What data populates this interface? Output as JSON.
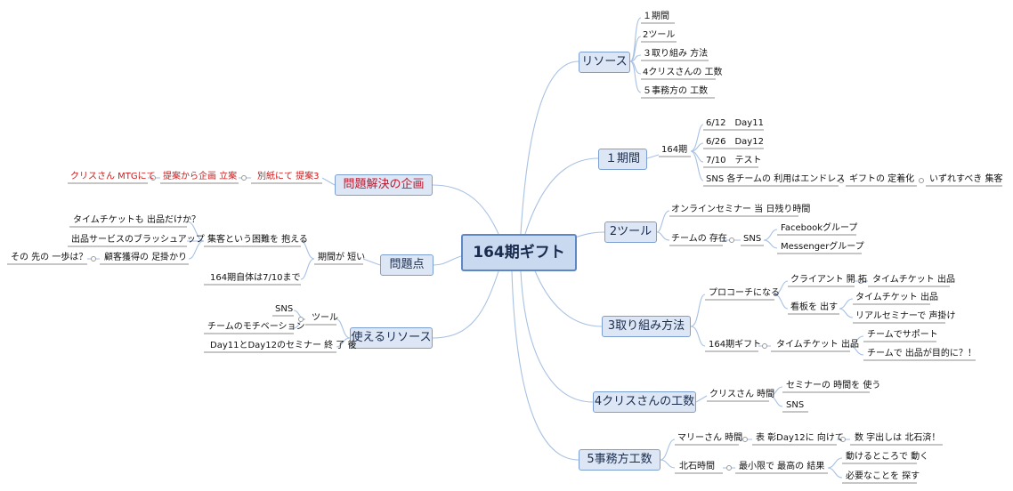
{
  "central": "164期ギフト",
  "nodes": {
    "resources": "リソース",
    "r1": "１期間",
    "r2": "2ツール",
    "r3": "３取り組み 方法",
    "r4": "4クリスさんの 工数",
    "r5": "５事務方の 工数",
    "period": "１期間",
    "p164": "164期",
    "p_d1": "6/12　Day11",
    "p_d2": "6/26　Day12",
    "p_d3": "7/10　テスト",
    "p_sns": "SNS 各チームの 利用はエンドレス",
    "p_gift": "ギフトの 定着化",
    "p_must": "いずれすべき 集客",
    "tool": "2ツール",
    "t_online": "オンラインセミナー 当 日残り時間",
    "t_team": "チームの 存在",
    "t_sns": "SNS",
    "t_fb": "Facebookグループ",
    "t_msg": "Messengerグループ",
    "approach": "3取り組み方法",
    "a_pro": "プロコーチになる",
    "a_client": "クライアント 開 拓",
    "a_ticket1": "タイムチケット 出品",
    "a_sign": "看板を 出す",
    "a_ticket2": "タイムチケット 出品",
    "a_real": "リアルセミナーで 声掛け",
    "a_164": "164期ギフト",
    "a_ticket3": "タイムチケット 出品",
    "a_support": "チームでサポート",
    "a_purpose": "チームで 出品が目的に？！",
    "chris": "4クリスさんの工数",
    "c_time": "クリスさん 時間",
    "c_seminar": "セミナーの 時間を 使う",
    "c_sns": "SNS",
    "office": "5事務方工数",
    "o_mary": "マリーさん 時間",
    "o_day12": "表 彰Day12に 向けて",
    "o_number": "数 字出しは 北石済！",
    "o_kita": "北石時間",
    "o_min": "最小限で 最高の 結果",
    "o_move": "動けるところで 動く",
    "o_find": "必要なことを 探す",
    "plan": "問題解決の企画",
    "pl_mtg": "クリスさん MTGにて",
    "pl_prop": "提案から企画 立案",
    "pl_sheet": "別紙にて 提案3",
    "problem": "問題点",
    "pr_short": "期間が 短い",
    "pr_collect": "集客という困難を 抱える",
    "pr_ticket": "タイムチケットも 出品だけか？",
    "pr_brush": "出品サービスのブラッシュアップ",
    "pr_foot": "顧客獲得の 足掛かり",
    "pr_next": "その 先の 一歩は？",
    "pr_until": "164期自体は7/10まで",
    "usable": "使えるリソース",
    "u_tool": "ツール",
    "u_sns": "SNS",
    "u_motiv": "チームのモチベーション",
    "u_after": "Day11とDay12のセミナー 終 了 後"
  },
  "colors": {
    "accent": "#5f87c3",
    "node_fill": "#dce6f4",
    "branch": "#a8c1e4",
    "red_text": "#d0191a"
  }
}
